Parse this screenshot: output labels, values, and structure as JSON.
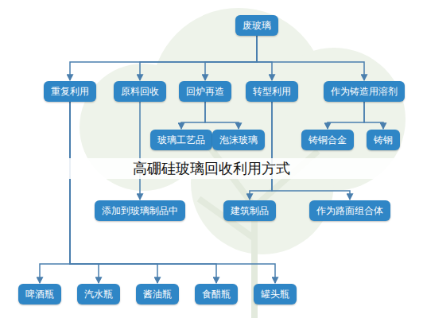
{
  "diagram": {
    "title": "高硼硅玻璃回收利用方式",
    "nodes": [
      {
        "text": [
          "废玻璃"
        ]
      },
      {
        "text": [
          "重复利用"
        ]
      },
      {
        "text": [
          "原料回收"
        ]
      },
      {
        "text": [
          "回炉再造"
        ]
      },
      {
        "text": [
          "转型利用"
        ]
      },
      {
        "text": [
          "作为铸造用溶剂"
        ]
      },
      {
        "text": [
          "玻璃工艺品"
        ]
      },
      {
        "text": [
          "泡沫玻璃"
        ]
      },
      {
        "text": [
          "铸铜合金"
        ]
      },
      {
        "text": [
          "铸钢"
        ]
      },
      {
        "text": [
          "添加到玻璃制品中"
        ]
      },
      {
        "text": [
          "建筑制品"
        ]
      },
      {
        "text": [
          "作为路面组合体"
        ]
      },
      {
        "text": [
          "啤酒瓶"
        ]
      },
      {
        "text": [
          "汽水瓶"
        ]
      },
      {
        "text": [
          "酱油瓶"
        ]
      },
      {
        "text": [
          "食醋瓶"
        ]
      },
      {
        "text": [
          "罐头瓶"
        ]
      }
    ],
    "edges": [
      {
        "from": 0,
        "to": 1,
        "arrow": "to"
      },
      {
        "from": 0,
        "to": 2,
        "arrow": "to"
      },
      {
        "from": 0,
        "to": 3,
        "arrow": "to"
      },
      {
        "from": 0,
        "to": 4,
        "arrow": "to"
      },
      {
        "from": 0,
        "to": 5,
        "arrow": "to"
      },
      {
        "from": 3,
        "to": 6,
        "arrow": "to"
      },
      {
        "from": 3,
        "to": 7,
        "arrow": "to"
      },
      {
        "from": 5,
        "to": 8,
        "arrow": "to"
      },
      {
        "from": 5,
        "to": 9,
        "arrow": "to"
      },
      {
        "from": 2,
        "to": 10,
        "arrow": "to"
      },
      {
        "from": 4,
        "to": 11,
        "arrow": "to"
      },
      {
        "from": 4,
        "to": 12,
        "arrow": "to"
      },
      {
        "from": 1,
        "to": 13,
        "arrow": "to"
      },
      {
        "from": 1,
        "to": 14,
        "arrow": "to"
      },
      {
        "from": 1,
        "to": 15,
        "arrow": "to"
      },
      {
        "from": 1,
        "to": 16,
        "arrow": "to"
      },
      {
        "from": 1,
        "to": 17,
        "arrow": "to"
      }
    ]
  }
}
